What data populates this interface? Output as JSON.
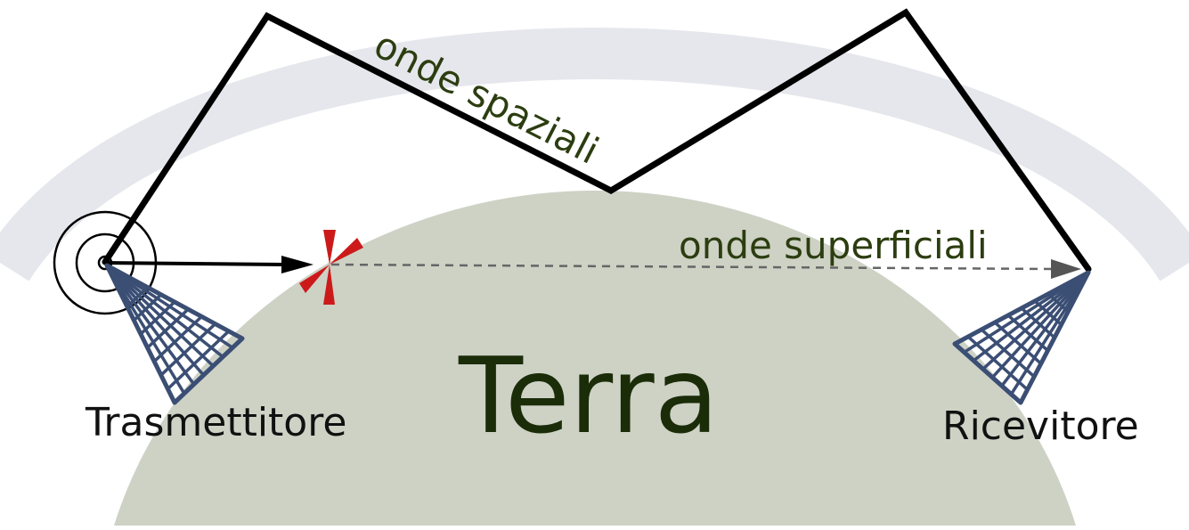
{
  "labels": {
    "earth": "Terra",
    "transmitter": "Trasmettitore",
    "receiver": "Ricevitore",
    "sky_waves": "onde spaziali",
    "ground_waves": "onde superficiali"
  },
  "colors": {
    "background": "#ffffff",
    "ionosphere": "#e6e7ec",
    "earth": "#cdd2c5",
    "earth_text": "#1b2c08",
    "wave_label": "#2c3d10",
    "label_text": "#111111",
    "wave_path": "#000000",
    "ground_wave_dashed": "#666666",
    "antenna_blue": "#3b4e74",
    "obstacle_red": "#cc1a1a"
  },
  "icons": [
    "transmitter-antenna-icon",
    "radio-waves-icon",
    "receiver-antenna-icon",
    "obstacle-burst-icon",
    "arrowhead-icon"
  ]
}
